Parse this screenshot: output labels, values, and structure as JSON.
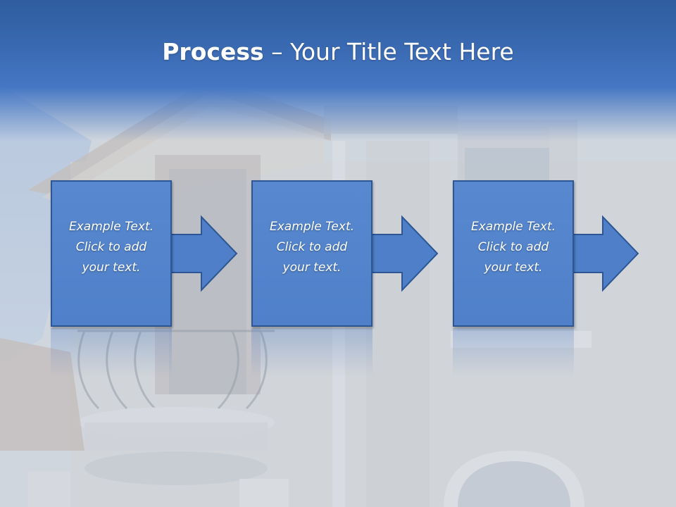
{
  "slide": {
    "title_bold": "Process",
    "title_separator": " – ",
    "title_rest": "Your Title Text Here",
    "steps": [
      {
        "line1": "Example Text.",
        "line2": "Click  to add",
        "line3": "your text."
      },
      {
        "line1": "Example Text.",
        "line2": "Click  to add",
        "line3": "your text."
      },
      {
        "line1": "Example Text.",
        "line2": "Click  to add",
        "line3": "your text."
      }
    ]
  },
  "colors": {
    "header_blue": "#3a6ab2",
    "box_fill": "#5385cc",
    "box_border": "#2c5794",
    "text": "#ffffff"
  },
  "icons": [
    "arrow-right-icon"
  ]
}
